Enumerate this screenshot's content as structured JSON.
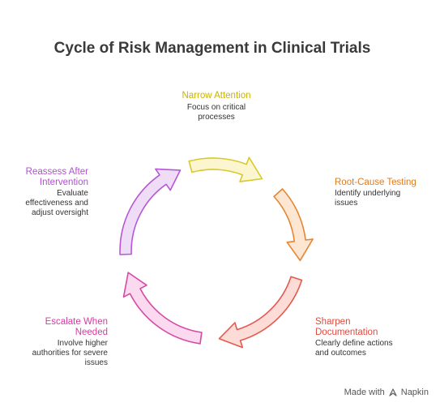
{
  "title": "Cycle of Risk Management in Clinical Trials",
  "stages": [
    {
      "title": "Narrow Attention",
      "desc_lines": [
        "Focus on critical",
        "processes"
      ],
      "color": "#c9b200",
      "stroke": "#d9c82a",
      "fill": "#fbf6cf"
    },
    {
      "title": "Root-Cause Testing",
      "desc_lines": [
        "Identify underlying",
        "issues"
      ],
      "color": "#e07b1f",
      "stroke": "#e58530",
      "fill": "#fde6d2"
    },
    {
      "title": "Sharpen",
      "title2": "Documentation",
      "desc_lines": [
        "Clearly define actions",
        "and outcomes"
      ],
      "color": "#e04a3f",
      "stroke": "#e35a4f",
      "fill": "#fddbd7"
    },
    {
      "title": "Escalate When",
      "title2": "Needed",
      "desc_lines": [
        "Involve higher",
        "authorities for severe",
        "issues"
      ],
      "color": "#d63ba1",
      "stroke": "#d64aa6",
      "fill": "#fbd9ee"
    },
    {
      "title": "Reassess After",
      "title2": "Intervention",
      "desc_lines": [
        "Evaluate",
        "effectiveness and",
        "adjust oversight"
      ],
      "color": "#b44ed3",
      "stroke": "#b658d6",
      "fill": "#efdcf7"
    }
  ],
  "watermark": {
    "made_with": "Made with",
    "brand": "Napkin"
  }
}
